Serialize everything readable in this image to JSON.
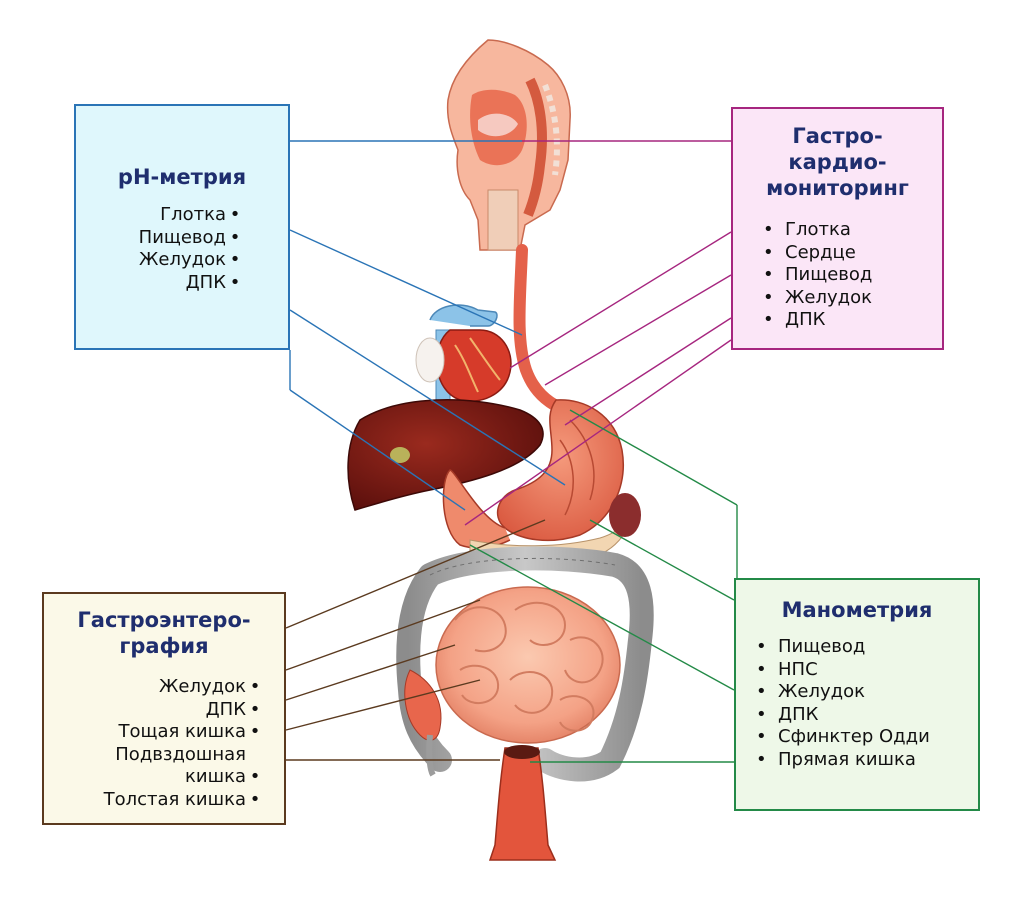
{
  "boxes": {
    "ph": {
      "title": "рН-метрия",
      "items": [
        "Глотка",
        "Пищевод",
        "Желудок",
        "ДПК"
      ],
      "color": "#2a74b6",
      "bg": "#dff7fc"
    },
    "gk": {
      "title_lines": [
        "Гастро-",
        "кардио-",
        "мониторинг"
      ],
      "items": [
        "Глотка",
        "Сердце",
        "Пищевод",
        "Желудок",
        "ДПК"
      ],
      "color": "#a6267f",
      "bg": "#fbe6f7"
    },
    "ge": {
      "title_lines": [
        "Гастроэнтеро-",
        "графия"
      ],
      "items": [
        "Желудок",
        "ДПК",
        "Тощая кишка",
        "Подвздошная",
        "кишка",
        "Толстая кишка"
      ],
      "color": "#5b3a1f",
      "bg": "#fbf9e8"
    },
    "mn": {
      "title": "Манометрия",
      "items": [
        "Пищевод",
        "НПС",
        "Желудок",
        "ДПК",
        "Сфинктер Одди",
        "Прямая кишка"
      ],
      "color": "#238a47",
      "bg": "#eef8e8"
    }
  },
  "bullet": "•",
  "illustration": {
    "organs": [
      "pharynx",
      "esophagus",
      "heart",
      "liver",
      "stomach",
      "duodenum",
      "pancreas",
      "small-intestine",
      "colon",
      "rectum"
    ]
  }
}
